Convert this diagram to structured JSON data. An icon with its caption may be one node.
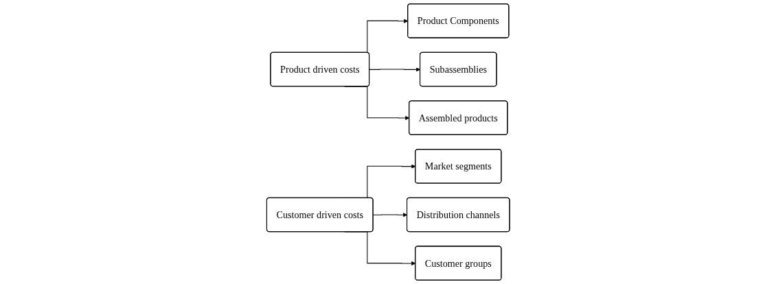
{
  "diagram": {
    "nodes": [
      {
        "text": [
          "Product driven costs"
        ]
      },
      {
        "text": [
          "Product Components"
        ]
      },
      {
        "text": [
          "Subassemblies"
        ]
      },
      {
        "text": [
          "Assembled products"
        ]
      },
      {
        "text": [
          "Customer driven costs"
        ]
      },
      {
        "text": [
          "Market segments"
        ]
      },
      {
        "text": [
          "Distribution channels"
        ]
      },
      {
        "text": [
          "Customer groups"
        ]
      }
    ],
    "edges": [
      {
        "from": 0,
        "to": 1,
        "arrow": "to"
      },
      {
        "from": 0,
        "to": 2,
        "arrow": "to"
      },
      {
        "from": 0,
        "to": 3,
        "arrow": "to"
      },
      {
        "from": 4,
        "to": 5,
        "arrow": "to"
      },
      {
        "from": 4,
        "to": 6,
        "arrow": "to"
      },
      {
        "from": 4,
        "to": 7,
        "arrow": "to"
      }
    ]
  }
}
